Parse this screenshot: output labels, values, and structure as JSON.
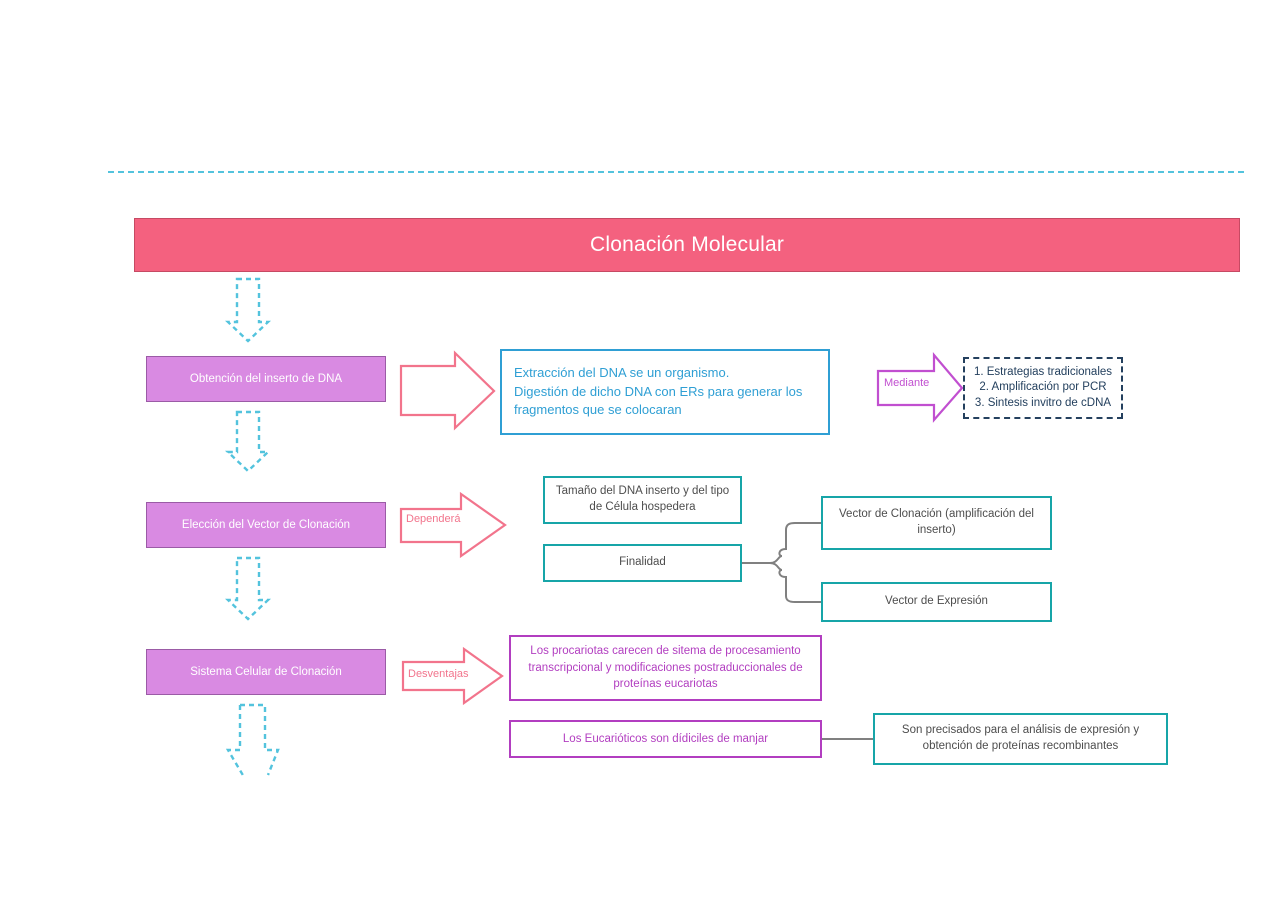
{
  "page": {
    "title": "Clonación Molecular",
    "background": "#ffffff"
  },
  "colors": {
    "banner_fill": "#f4617f",
    "banner_border": "#c64a63",
    "stage_fill": "#d98ae2",
    "stage_border": "#9b5ba6",
    "blue_accent": "#2f9fd4",
    "teal_accent": "#17a5a8",
    "magenta_accent": "#b23ec0",
    "pink_arrow": "#f2748c",
    "purple_arrow": "#c14fd0",
    "cyan_dashed": "#53c3dd",
    "navy_dashed": "#24405e",
    "gray_connector": "#808080"
  },
  "banner": {
    "label": "Clonación Molecular"
  },
  "stages": [
    {
      "id": "stage-1",
      "label": "Obtención del  inserto de DNA"
    },
    {
      "id": "stage-2",
      "label": "Elección del Vector de Clonación"
    },
    {
      "id": "stage-3",
      "label": "Sistema Celular de Clonación"
    }
  ],
  "arrow_labels": {
    "dependera": "Dependerá",
    "desventajas": "Desventajas",
    "mediante": "Mediante"
  },
  "row1": {
    "description_line1": "Extracción del DNA se un organismo.",
    "description_line2": "Digestión de dicho DNA con ERs para generar los",
    "description_line3": "fragmentos que se colocaran",
    "methods": [
      "1. Estrategias tradicionales",
      "2. Amplificación por PCR",
      "3. Sintesis invitro de cDNA"
    ]
  },
  "row2": {
    "criteria": [
      "Tamaño del DNA inserto y del tipo de Célula hospedera",
      "Finalidad"
    ],
    "vectors": [
      "Vector de Clonación (amplificación del inserto)",
      "Vector de Expresión"
    ]
  },
  "row3": {
    "disadvantage": "Los procariotas carecen de sitema de procesamiento transcripcional y modificaciones postraduccionales de proteínas eucariotas",
    "eukaryote_note": "Los Eucarióticos son dídiciles de manjar",
    "eukaryote_detail": "Son precisados para el análisis de  expresión y obtención de proteínas recombinantes"
  },
  "icons": {
    "down_arrow": "dashed-down-arrow",
    "right_arrow": "outlined-right-arrow",
    "bracket": "curly-bracket-connector",
    "divider": "dashed-horizontal-rule"
  }
}
